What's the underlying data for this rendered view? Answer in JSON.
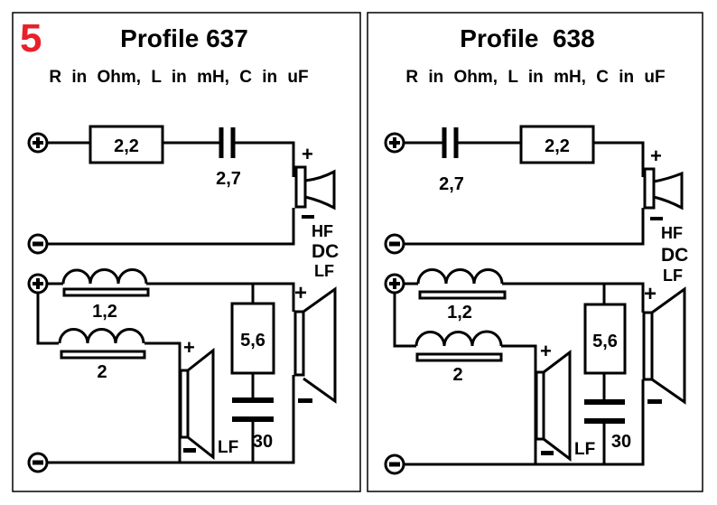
{
  "figure_number": "5",
  "colors": {
    "figure_number": "#e8202a",
    "ink": "#000000",
    "background": "#ffffff"
  },
  "panels": [
    {
      "title": "Profile 637",
      "units": "R in Ohm, L in mH, C in uF",
      "hf": {
        "order": [
          "resistor",
          "capacitor"
        ],
        "resistor": "2,2",
        "capacitor": "2,7",
        "driver_label": "HF"
      },
      "dc_label": "DC",
      "lf": {
        "inductor1": "1,2",
        "inductor2": "2",
        "resistor": "5,6",
        "capacitor": "30",
        "driver1_label": "LF",
        "driver2_label": "LF"
      },
      "plus": "+",
      "minus": "−"
    },
    {
      "title": "Profile  638",
      "units": "R in Ohm, L in mH, C in uF",
      "hf": {
        "order": [
          "capacitor",
          "resistor"
        ],
        "resistor": "2,2",
        "capacitor": "2,7",
        "driver_label": "HF"
      },
      "dc_label": "DC",
      "lf": {
        "inductor1": "1,2",
        "inductor2": "2",
        "resistor": "5,6",
        "capacitor": "30",
        "driver1_label": "LF",
        "driver2_label": "LF"
      },
      "plus": "+",
      "minus": "−"
    }
  ]
}
